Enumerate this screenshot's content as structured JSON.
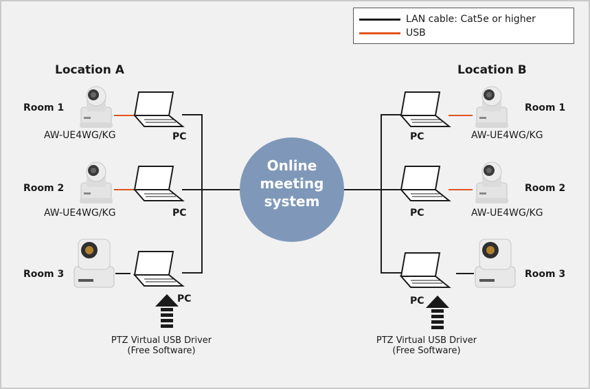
{
  "legend": {
    "lan_label": "LAN cable: Cat5e or higher",
    "usb_label": "USB",
    "lan_color": "#1a1a1a",
    "usb_color": "#e2531d"
  },
  "hub": {
    "line1": "Online",
    "line2": "meeting",
    "line3": "system",
    "color": "#7f98b9"
  },
  "location_a": {
    "title": "Location A",
    "rooms": [
      {
        "room": "Room 1",
        "model": "AW-UE4WG/KG",
        "pc": "PC",
        "camera_icon": "compact-camera-icon"
      },
      {
        "room": "Room 2",
        "model": "AW-UE4WG/KG",
        "pc": "PC",
        "camera_icon": "compact-camera-icon"
      },
      {
        "room": "Room 3",
        "model": "",
        "pc": "PC",
        "camera_icon": "ptz-camera-icon"
      }
    ],
    "driver_line1": "PTZ Virtual USB Driver",
    "driver_line2": "(Free Software)"
  },
  "location_b": {
    "title": "Location B",
    "rooms": [
      {
        "room": "Room 1",
        "model": "AW-UE4WG/KG",
        "pc": "PC",
        "camera_icon": "compact-camera-icon"
      },
      {
        "room": "Room 2",
        "model": "AW-UE4WG/KG",
        "pc": "PC",
        "camera_icon": "compact-camera-icon"
      },
      {
        "room": "Room 3",
        "model": "",
        "pc": "PC",
        "camera_icon": "ptz-camera-icon"
      }
    ],
    "driver_line1": "PTZ Virtual USB Driver",
    "driver_line2": "(Free Software)"
  }
}
